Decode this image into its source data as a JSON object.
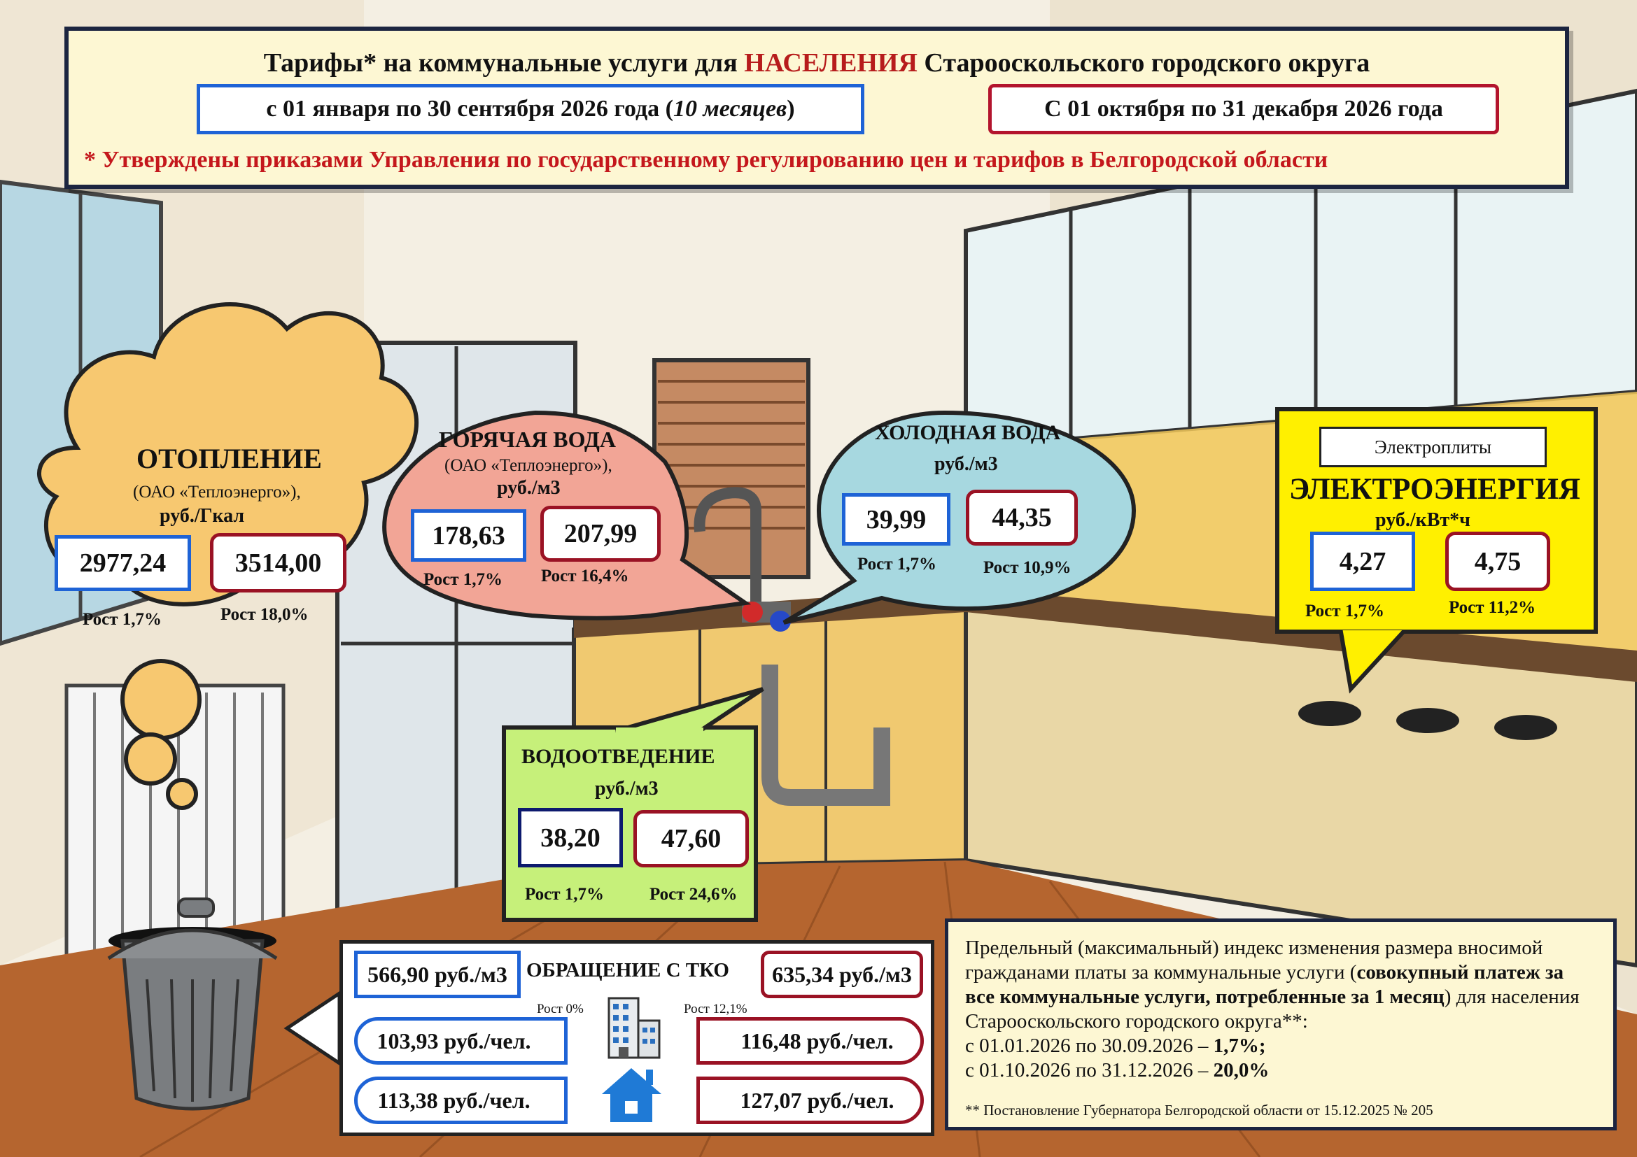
{
  "header": {
    "title_part1": "Тарифы* на коммунальные услуги для ",
    "title_accent": "НАСЕЛЕНИЯ",
    "title_part2": " Старооскольского городского округа",
    "period1_main": "с 01 января по 30 сентября 2026 года (",
    "period1_italic": "10 месяцев",
    "period1_end": ")",
    "period2": "С 01 октября по 31 декабря 2026 года",
    "note": "* Утверждены приказами Управления по государственному регулированию цен и тарифов в Белгородской области"
  },
  "heating": {
    "title": "ОТОПЛЕНИЕ",
    "provider": "(ОАО «Теплоэнерго»),",
    "unit": "руб./Гкал",
    "value1": "2977,24",
    "value2": "3514,00",
    "growth1": "Рост  1,7%",
    "growth2": "Рост  18,0%"
  },
  "hot_water": {
    "title": "ГОРЯЧАЯ ВОДА",
    "provider": "(ОАО «Теплоэнерго»),",
    "unit": "руб./м3",
    "value1": "178,63",
    "value2": "207,99",
    "growth1": "Рост  1,7%",
    "growth2": "Рост  16,4%"
  },
  "cold_water": {
    "title": "ХОЛОДНАЯ ВОДА",
    "unit": "руб./м3",
    "value1": "39,99",
    "value2": "44,35",
    "growth1": "Рост  1,7%",
    "growth2": "Рост  10,9%"
  },
  "electricity": {
    "tag": "Электроплиты",
    "title": "ЭЛЕКТРОЭНЕРГИЯ",
    "unit": "руб./кВт*ч",
    "value1": "4,27",
    "value2": "4,75",
    "growth1": "Рост  1,7%",
    "growth2": "Рост  11,2%"
  },
  "sewage": {
    "title": "ВОДООТВЕДЕНИЕ",
    "unit": "руб./м3",
    "value1": "38,20",
    "value2": "47,60",
    "growth1": "Рост  1,7%",
    "growth2": "Рост  24,6%"
  },
  "tko": {
    "title": "ОБРАЩЕНИЕ С ТКО",
    "per_m3_1": "566,90 руб./м3",
    "per_m3_2": "635,34 руб./м3",
    "growth1": "Рост 0%",
    "growth2": "Рост 12,1%",
    "apartment_1": "103,93 руб./чел.",
    "apartment_2": "116,48 руб./чел.",
    "house_1": "113,38 руб./чел.",
    "house_2": "127,07 руб./чел."
  },
  "index_panel": {
    "text_a": "Предельный (максимальный) индекс изменения размера вносимой гражданами платы за коммунальные услуги (",
    "text_bold": "совокупный платеж за все коммунальные услуги, потребленные за 1 месяц",
    "text_b": ") для населения Старооскольского городского округа**:",
    "line1_text": "с 01.01.2026 по 30.09.2026 – ",
    "line1_value": "1,7%;",
    "line2_text": "с 01.10.2026 по 31.12.2026 – ",
    "line2_value": "20,0%",
    "footnote": "** Постановление Губернатора Белгородской области от 15.12.2025 № 205"
  },
  "colors": {
    "heating_cloud": "#f7c870",
    "hot_water_bubble": "#f2a596",
    "cold_water_bubble": "#a7d8e0",
    "electricity_bubble": "#fff000",
    "sewage_bubble": "#c6f07a",
    "accent_red": "#c4171c",
    "accent_blue": "#1e63d6"
  }
}
